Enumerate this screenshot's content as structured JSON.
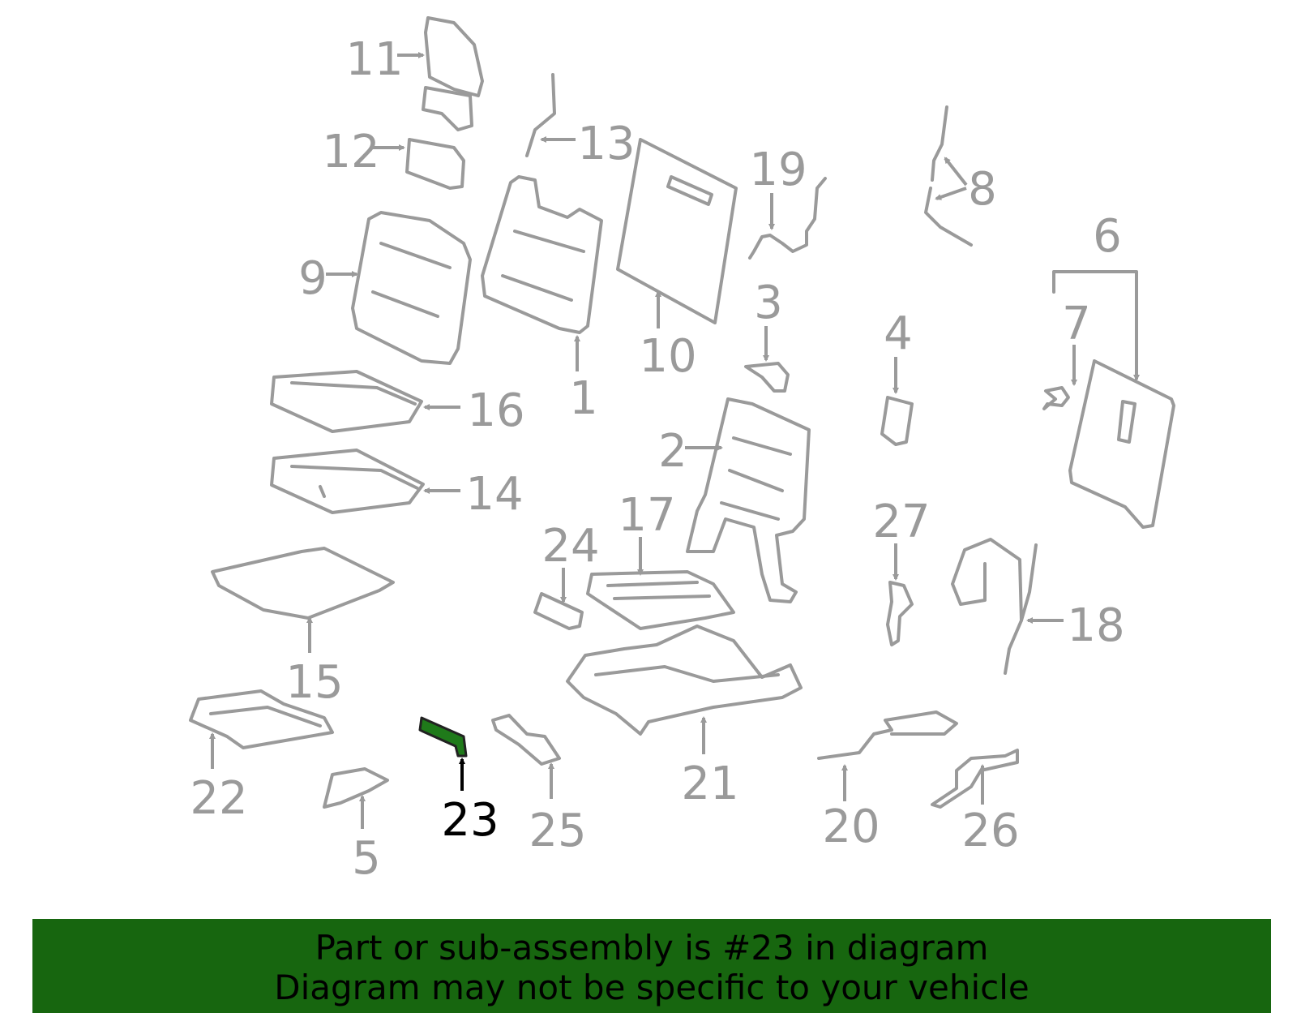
{
  "callouts": [
    "1",
    "2",
    "3",
    "4",
    "5",
    "6",
    "7",
    "8",
    "9",
    "10",
    "11",
    "12",
    "13",
    "14",
    "15",
    "16",
    "17",
    "18",
    "19",
    "20",
    "21",
    "22",
    "23",
    "24",
    "25",
    "26",
    "27"
  ],
  "highlighted_part": "23",
  "colors": {
    "banner": "#17660f",
    "highlight": "#1f7a1a",
    "outline": "#9a9a9a"
  },
  "banner": {
    "line1": "Part or sub-assembly is #23 in diagram",
    "line2": "Diagram may not be specific to your vehicle"
  }
}
